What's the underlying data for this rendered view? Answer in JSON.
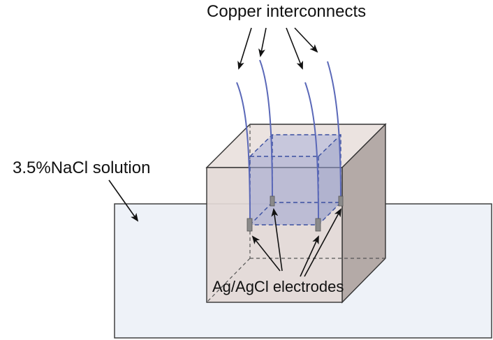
{
  "labels": {
    "copper_interconnects": "Copper interconnects",
    "nacl_solution": "3.5%NaCl solution",
    "electrodes": "Ag/AgCl electrodes"
  },
  "colors": {
    "solution_fill": "#eef2f8",
    "block_front": "#e3d9d6",
    "block_top": "#ebe3e0",
    "block_side": "#b4aaa7",
    "inner_cube": "#9aa3d0",
    "wire": "#5a68b8",
    "electrode": "#8a8a8a"
  },
  "icons": {
    "arrow": "arrow-icon",
    "electrode": "electrode-icon"
  }
}
